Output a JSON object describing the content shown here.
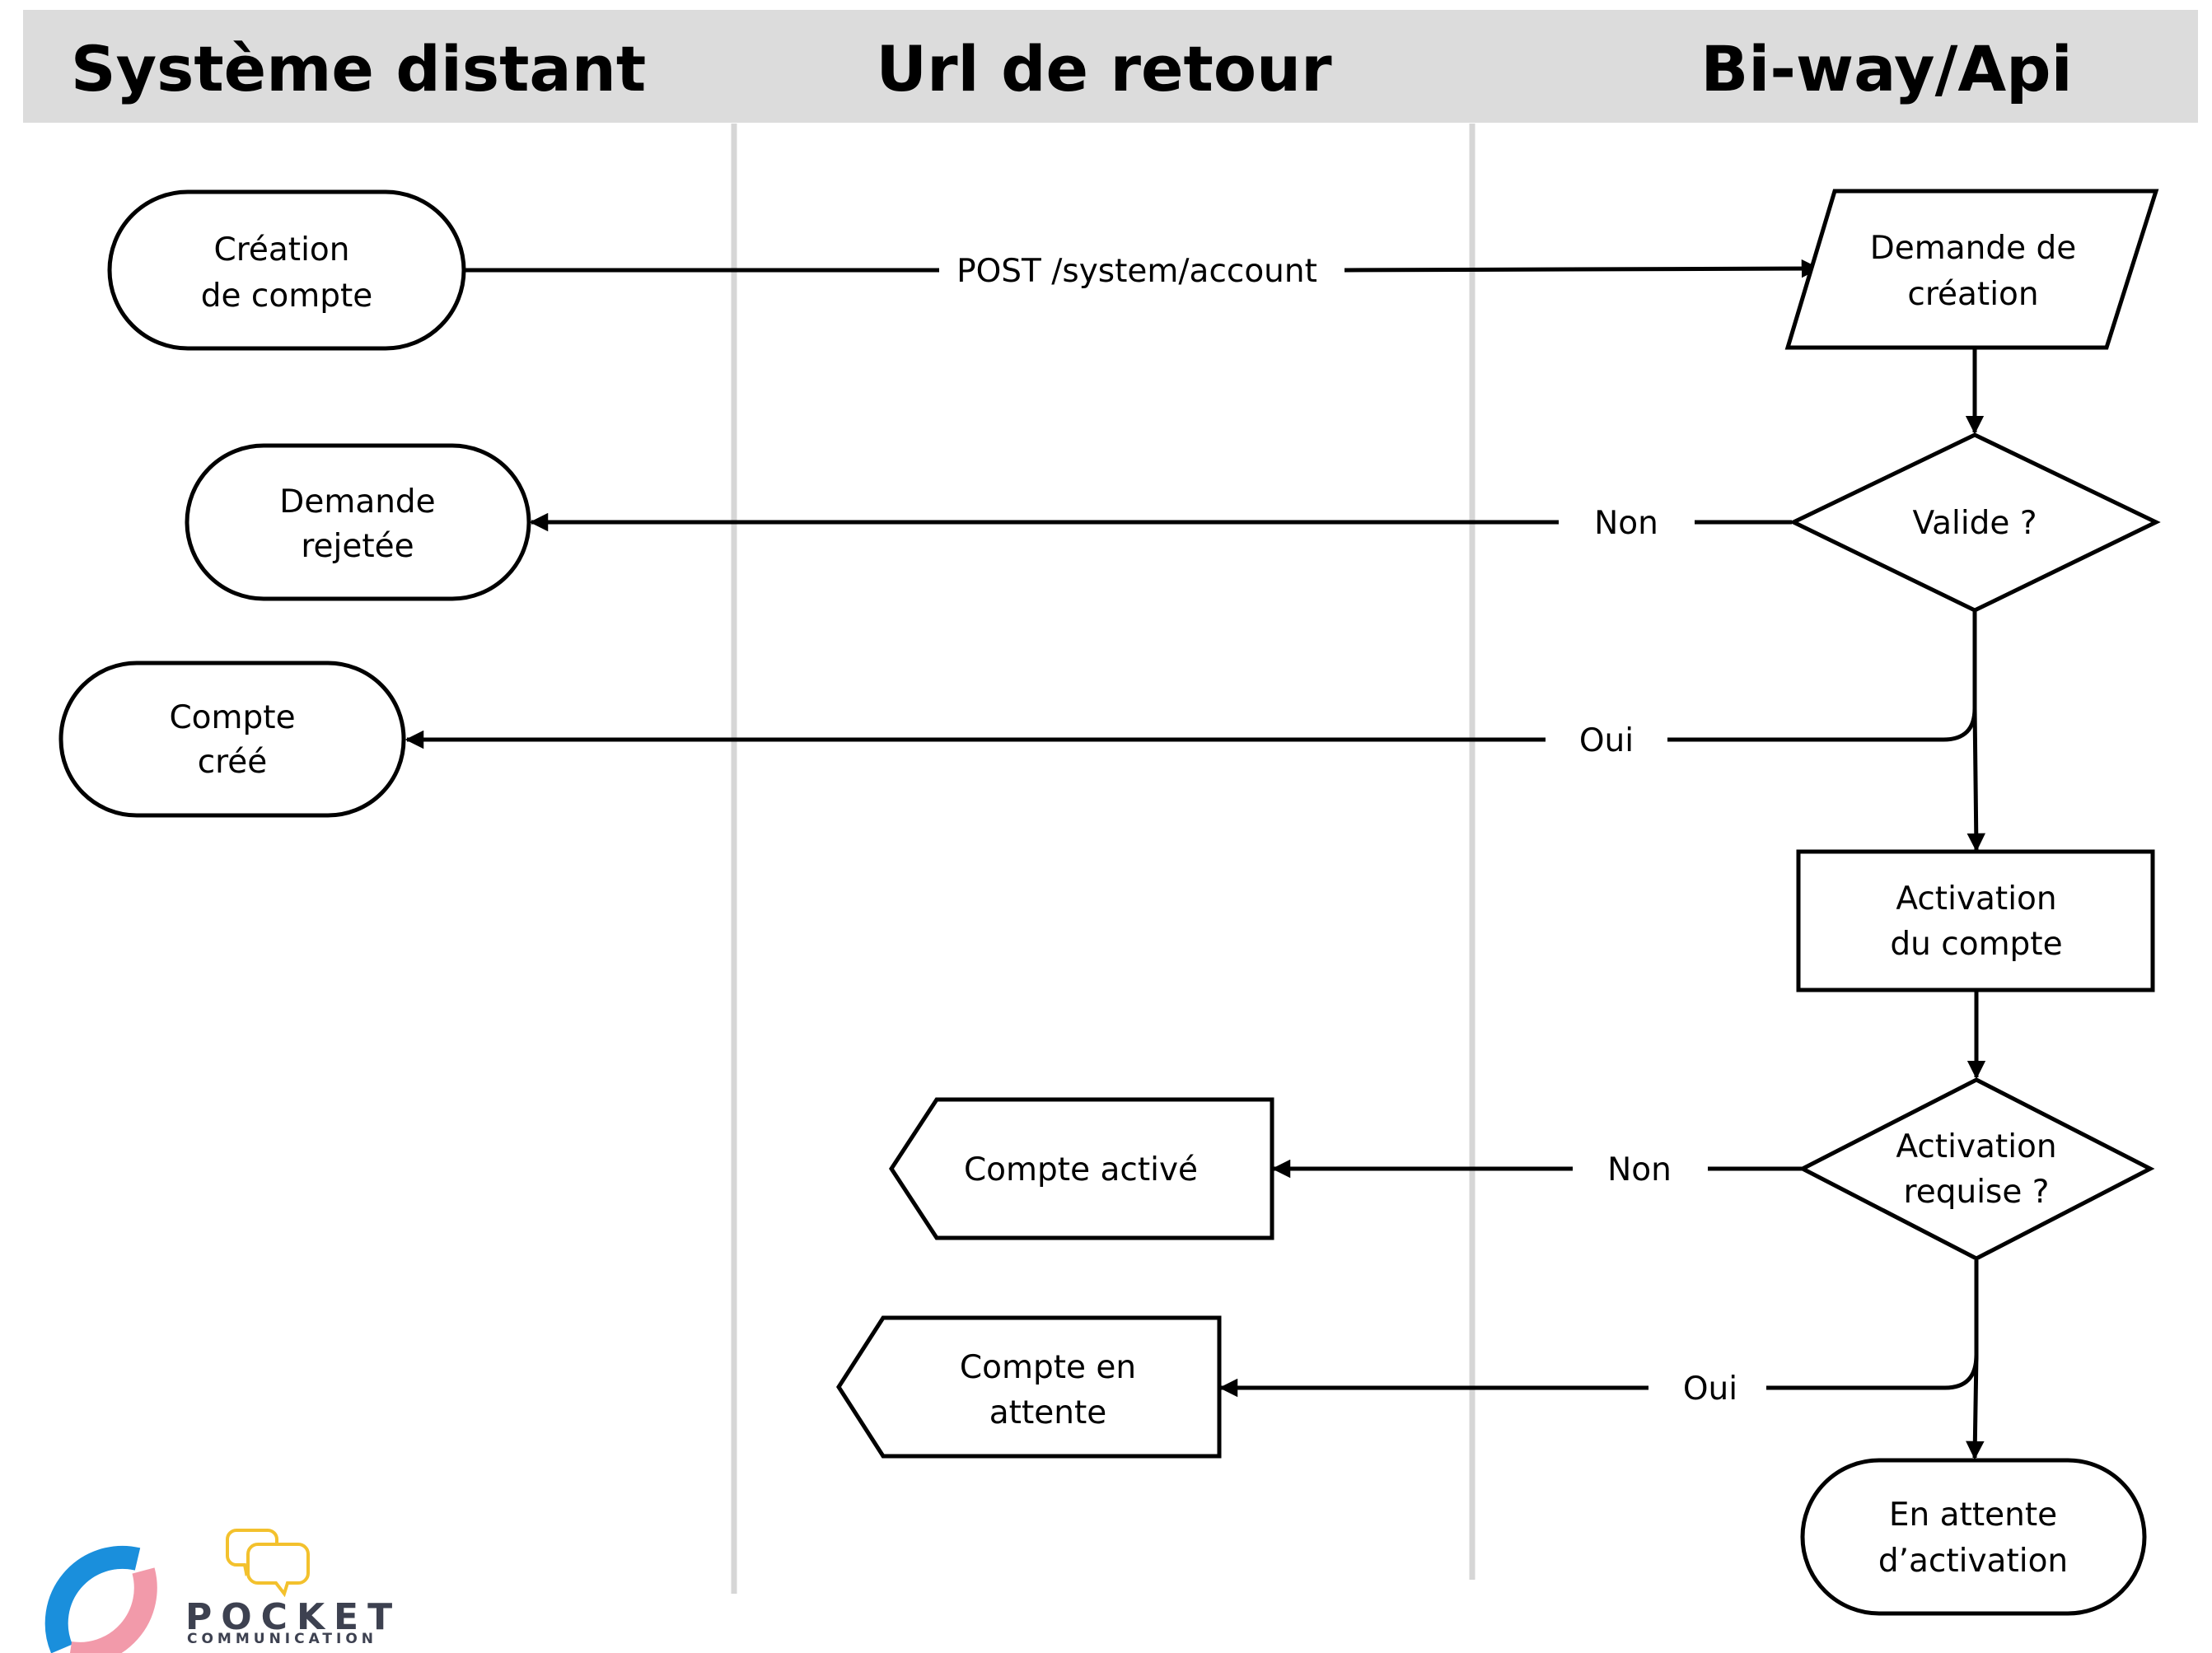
{
  "lanes": {
    "remote_system": "Système distant",
    "return_url": "Url de retour",
    "biway_api": "Bi-way/Api"
  },
  "nodes": {
    "creation": [
      "Création",
      "de compte"
    ],
    "request": [
      "Demande de",
      "création"
    ],
    "valid": [
      "Valide ?"
    ],
    "rejected": [
      "Demande",
      "rejetée"
    ],
    "created": [
      "Compte",
      "créé"
    ],
    "activation": [
      "Activation",
      "du compte"
    ],
    "activation_required": [
      "Activation",
      "requise ?"
    ],
    "activated": [
      "Compte activé"
    ],
    "pending": [
      "Compte en",
      "attente"
    ],
    "awaiting": [
      "En attente",
      "d’activation"
    ]
  },
  "edges": {
    "post": "POST /system/account",
    "valid_no": "Non",
    "valid_yes": "Oui",
    "act_no": "Non",
    "act_yes": "Oui"
  },
  "logo": {
    "word": "POCKET",
    "sub": "COMMUNICATION"
  },
  "colors": {
    "header_bg": "#dcdcdc",
    "lane_divider": "#d6d6d6",
    "logo_blue": "#1a8fdc",
    "logo_pink": "#f29aaa",
    "logo_yellow": "#f3c12d"
  }
}
